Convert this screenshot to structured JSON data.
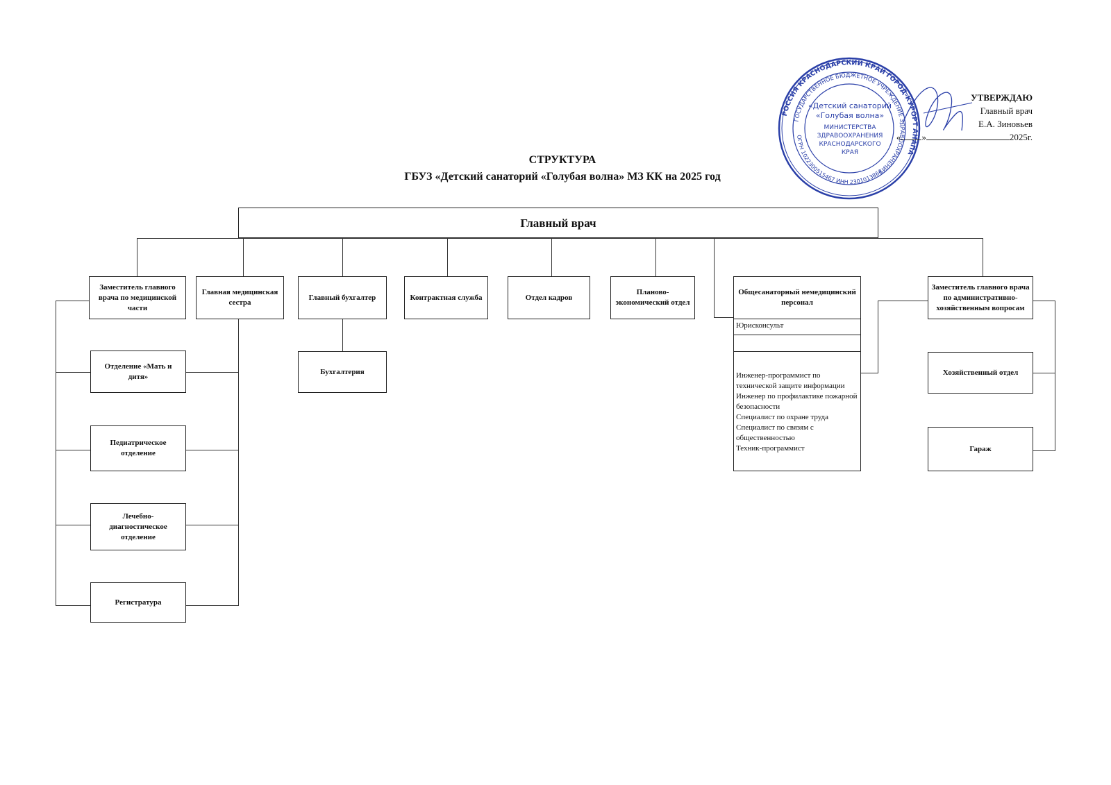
{
  "approval": {
    "heading": "УТВЕРЖДАЮ",
    "position": "Главный врач",
    "name": "Е.А. Зиновьев",
    "date_quote_open": "«",
    "date_quote_close": "»",
    "year": "2025г."
  },
  "title": {
    "line1": "СТРУКТУРА",
    "line2": "ГБУЗ «Детский санаторий «Голубая волна» МЗ КК на 2025 год"
  },
  "stamp": {
    "outer_ring": "РОССИЯ КРАСНОДАРСКИЙ КРАЙ ГОРОД-КУРОРТ АНАПА",
    "middle_ring": "ГОСУДАРСТВЕННОЕ БЮДЖЕТНОЕ УЧРЕЖДЕНИЕ ЗДРАВООХРАНЕНИЯ",
    "center_name_1": "«Детский санаторий",
    "center_name_2": "«Голубая волна»",
    "center_line_1": "МИНИСТЕРСТВА",
    "center_line_2": "ЗДРАВООХРАНЕНИЯ",
    "center_line_3": "КРАСНОДАРСКОГО",
    "center_line_4": "КРАЯ",
    "bottom_ring": "ОГРН 1022300515467 ИНН 2301013864",
    "color": "#2a3fa8"
  },
  "chart": {
    "root": "Главный врач",
    "deputy_medical": "Заместитель главного врача по медицинской части",
    "head_nurse": "Главная медицинская сестра",
    "chief_accountant": "Главный бухгалтер",
    "contract_service": "Контрактная служба",
    "hr": "Отдел кадров",
    "planning": "Планово-экономический отдел",
    "general_staff": "Общесанаторный немедицинский персонал",
    "deputy_admin": "Заместитель главного врача по административно-хозяйственным вопросам",
    "mother_child": "Отделение «Мать и дитя»",
    "pediatric": "Педиатрическое отделение",
    "diagnostic": "Лечебно-диагностическое отделение",
    "registry": "Регистратура",
    "accounting": "Бухгалтерия",
    "household": "Хозяйственный отдел",
    "garage": "Гараж",
    "legal": "Юрисконсульт",
    "staff_list": [
      "Инженер-программист  по технической защите информации",
      "Инженер по профилактике пожарной безопасности",
      "Специалист по охране труда",
      "Специалист по связям с общественностью",
      "Техник-программист"
    ]
  }
}
